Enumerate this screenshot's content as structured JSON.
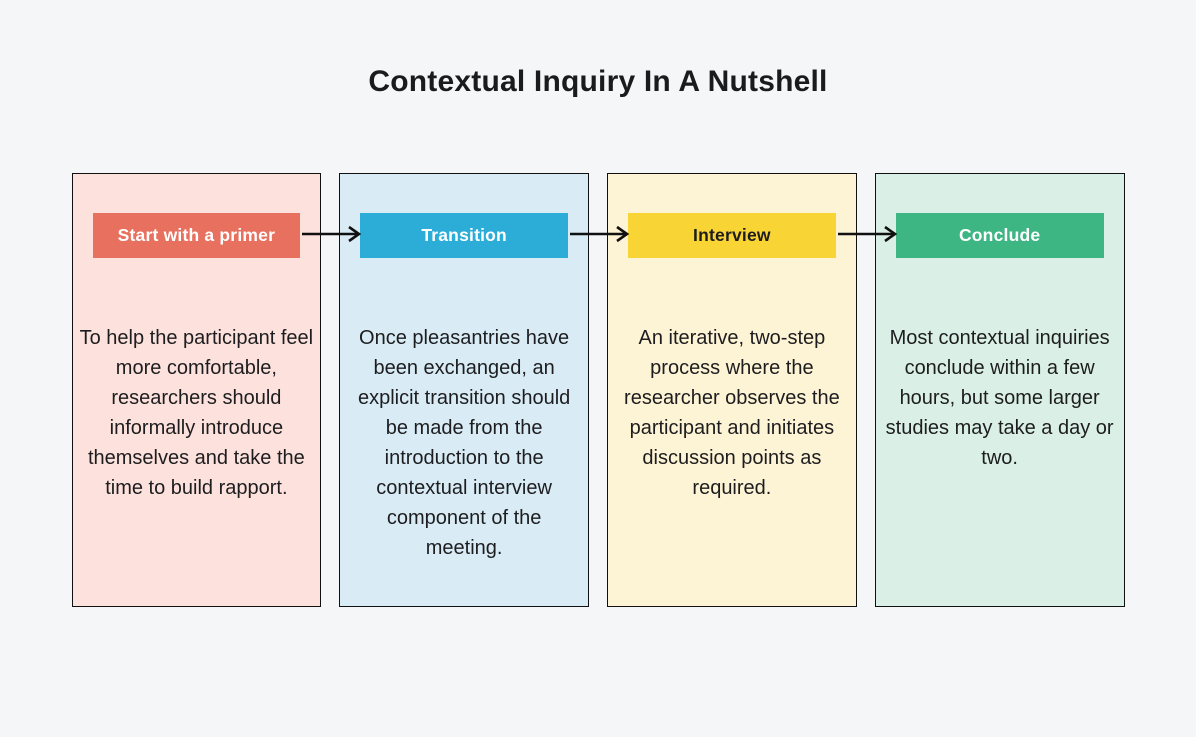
{
  "title": "Contextual Inquiry In A Nutshell",
  "colors": {
    "page_bg": "#f4f6f8",
    "card_border": "#111111",
    "arrow": "#111111",
    "title_text": "#1b1b1d",
    "body_text": "#1d1d1f"
  },
  "steps": [
    {
      "label": "Start with a primer",
      "description": "To help the participant feel more comfortable, researchers should informally introduce themselves and take the time to build rapport.",
      "card_bg": "#fce1dc",
      "badge_bg": "#e8705e",
      "badge_text": "#ffffff"
    },
    {
      "label": "Transition",
      "description": "Once pleasantries have been exchanged, an explicit transition should be made from the introduction to the contextual interview component of the meeting.",
      "card_bg": "#d9ecf6",
      "badge_bg": "#2badd8",
      "badge_text": "#ffffff"
    },
    {
      "label": "Interview",
      "description": "An iterative, two-step process where the researcher observes the participant and initiates discussion points as required.",
      "card_bg": "#fdf3d5",
      "badge_bg": "#f9d435",
      "badge_text": "#1d1d1f"
    },
    {
      "label": "Conclude",
      "description": "Most contextual inquiries conclude within a few hours, but some larger studies may take a day or two.",
      "card_bg": "#daf0e6",
      "badge_bg": "#3eb684",
      "badge_text": "#ffffff"
    }
  ]
}
